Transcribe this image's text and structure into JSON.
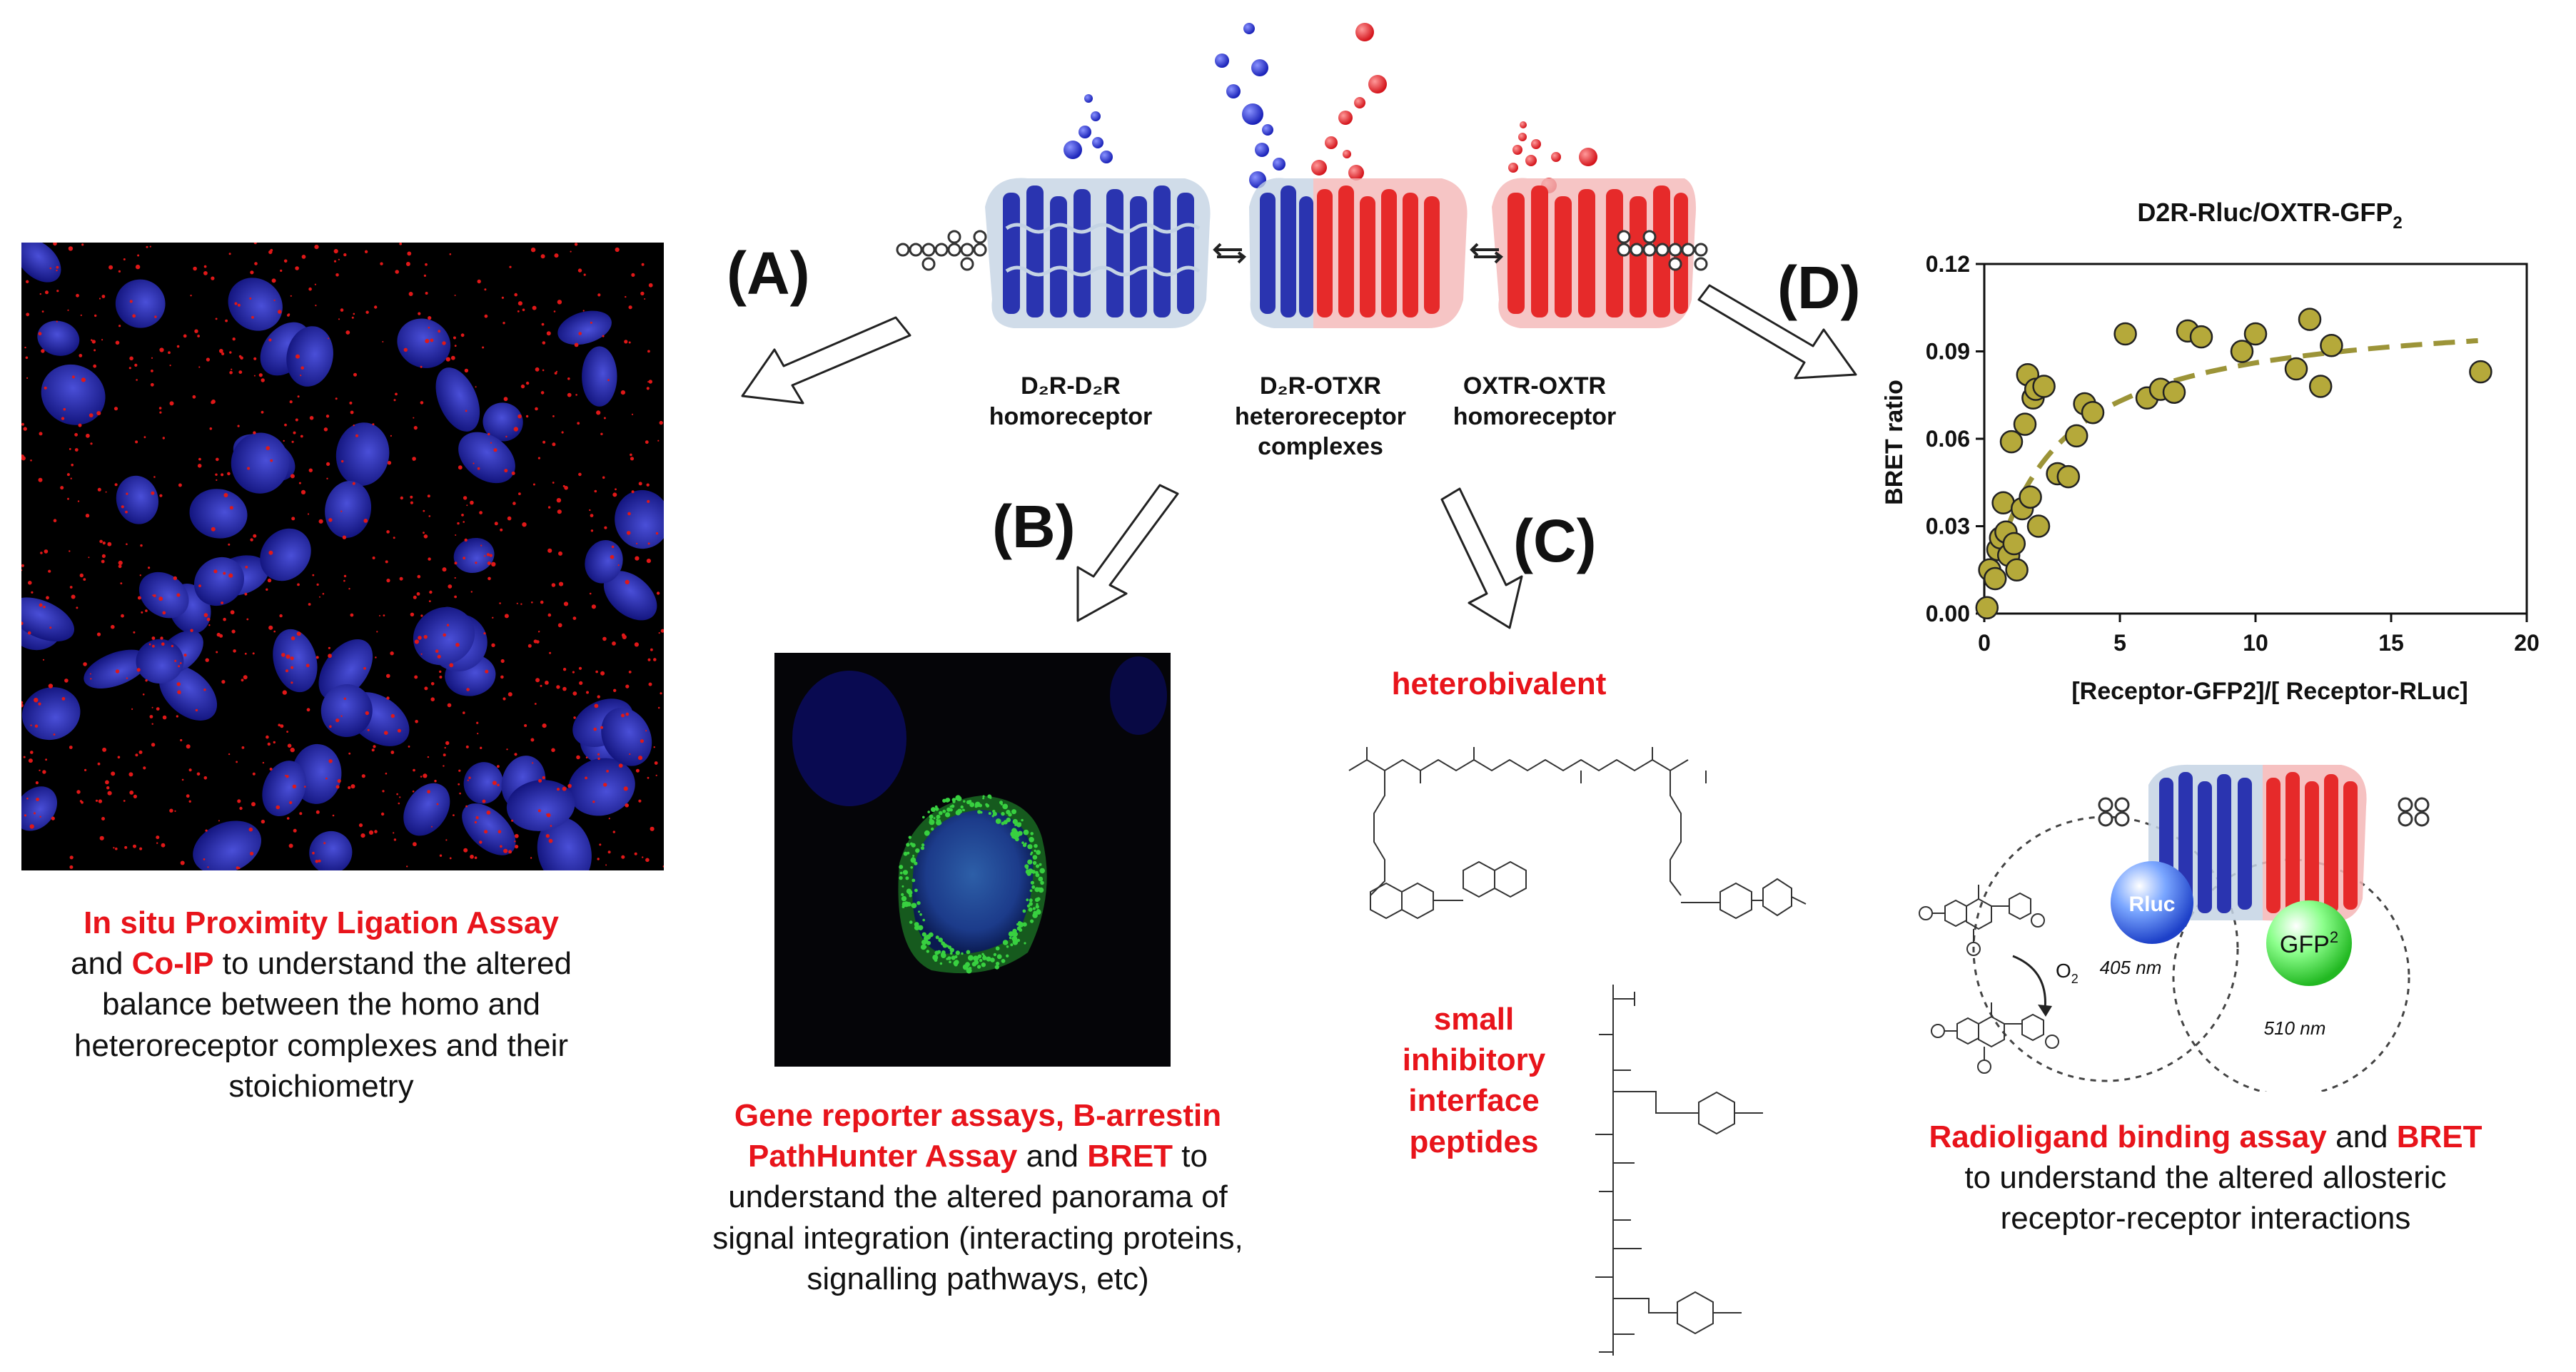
{
  "panels": {
    "a": "(A)",
    "b": "(B)",
    "c": "(C)",
    "d": "(D)"
  },
  "receptors": {
    "d2d2_line1": "D₂R-D₂R",
    "d2d2_line2": "homoreceptor",
    "d2ox_line1": "D₂R-OTXR",
    "d2ox_line2": "heteroreceptor",
    "d2ox_line3": "complexes",
    "oxox_line1": "OXTR-OXTR",
    "oxox_line2": "homoreceptor"
  },
  "caption_a": {
    "line1_red": "In situ Proximity Ligation Assay",
    "line2_pre": "and ",
    "line2_red": "Co-IP",
    "line2_post": " to understand the altered",
    "line3": "balance between the homo and",
    "line4": "heteroreceptor complexes and their",
    "line5": "stoichiometry"
  },
  "caption_b": {
    "line1_red": "Gene reporter assays, B-arrestin",
    "line2_red1": "PathHunter Assay",
    "line2_mid": " and ",
    "line2_red2": "BRET",
    "line2_post": " to",
    "line3": "understand the altered panorama of",
    "line4": "signal integration (interacting proteins,",
    "line5": "signalling pathways, etc)"
  },
  "caption_c": {
    "heterobivalent": "heterobivalent",
    "peptides_line1": "small",
    "peptides_line2": "inhibitory",
    "peptides_line3": "interface",
    "peptides_line4": "peptides"
  },
  "caption_d": {
    "line1_red1": "Radioligand binding assay",
    "line1_mid": " and ",
    "line1_red2": "BRET",
    "line2": "to understand the altered allosteric",
    "line3": "receptor-receptor interactions"
  },
  "bret_scheme": {
    "rluc": "Rluc",
    "gfp": "GFP",
    "gfp_sup": "2",
    "nm405": "405 nm",
    "nm510": "510 nm",
    "o2": "O",
    "o2_sub": "2"
  },
  "colors": {
    "red_text": "#e8141b",
    "points": "#b5a93a",
    "fit": "#9c9438",
    "blue_receptor": "#2a34b0",
    "red_receptor": "#e62a2a"
  },
  "chart_data": {
    "type": "scatter",
    "title": "D2R-Rluc/OXTR-GFP",
    "title_sub": "2",
    "xlabel": "[Receptor-GFP2]/[ Receptor-RLuc]",
    "ylabel": "BRET ratio",
    "xlim": [
      0,
      20
    ],
    "ylim": [
      0,
      0.12
    ],
    "xticks": [
      0,
      5,
      10,
      15,
      20
    ],
    "yticks": [
      0.0,
      0.03,
      0.06,
      0.09,
      0.12
    ],
    "ytick_labels": [
      "0.00",
      "0.03",
      "0.06",
      "0.09",
      "0.12"
    ],
    "grid": false,
    "points": [
      [
        0.1,
        0.002
      ],
      [
        0.2,
        0.015
      ],
      [
        0.4,
        0.012
      ],
      [
        0.5,
        0.022
      ],
      [
        0.6,
        0.026
      ],
      [
        0.7,
        0.038
      ],
      [
        0.8,
        0.028
      ],
      [
        0.9,
        0.02
      ],
      [
        1.0,
        0.059
      ],
      [
        1.1,
        0.024
      ],
      [
        1.2,
        0.015
      ],
      [
        1.4,
        0.036
      ],
      [
        1.5,
        0.065
      ],
      [
        1.6,
        0.082
      ],
      [
        1.7,
        0.04
      ],
      [
        1.8,
        0.074
      ],
      [
        1.9,
        0.077
      ],
      [
        2.0,
        0.03
      ],
      [
        2.2,
        0.078
      ],
      [
        2.7,
        0.048
      ],
      [
        3.1,
        0.047
      ],
      [
        3.4,
        0.061
      ],
      [
        3.7,
        0.072
      ],
      [
        4.0,
        0.069
      ],
      [
        5.2,
        0.096
      ],
      [
        6.0,
        0.074
      ],
      [
        6.5,
        0.077
      ],
      [
        7.0,
        0.076
      ],
      [
        7.5,
        0.097
      ],
      [
        8.0,
        0.095
      ],
      [
        9.5,
        0.09
      ],
      [
        10.0,
        0.096
      ],
      [
        11.5,
        0.084
      ],
      [
        12.0,
        0.101
      ],
      [
        12.4,
        0.078
      ],
      [
        12.8,
        0.092
      ],
      [
        18.3,
        0.083
      ]
    ],
    "fit": {
      "model": "hyperbola",
      "bmax": 0.105,
      "kd": 2.2,
      "x_range": [
        0.5,
        18.2
      ]
    }
  }
}
